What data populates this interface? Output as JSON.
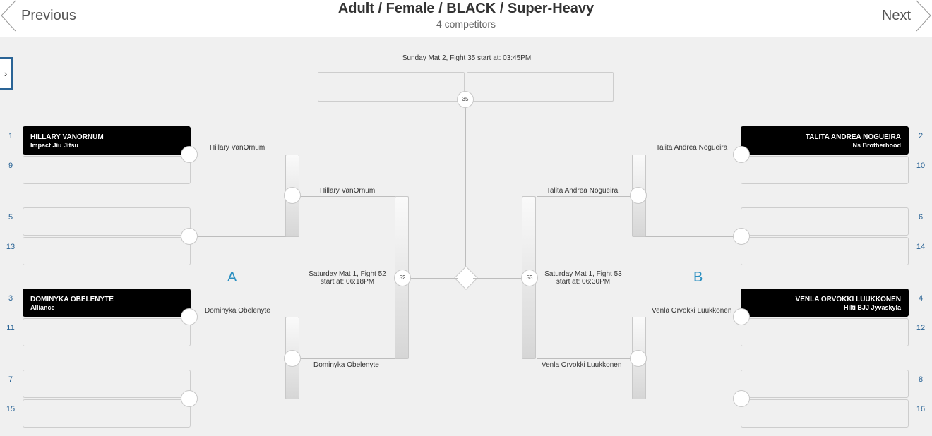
{
  "header": {
    "title": "Adult / Female / BLACK / Super-Heavy",
    "subtitle": "4 competitors",
    "prev_label": "Previous",
    "next_label": "Next"
  },
  "sidebar_toggle": "›",
  "bracket": {
    "final": {
      "info": "Sunday Mat 2, Fight 35 start at: 03:45PM",
      "number": "35"
    },
    "groups": {
      "a": "A",
      "b": "B"
    },
    "semis": {
      "left": {
        "number": "52",
        "info_line1": "Saturday Mat 1, Fight 52",
        "info_line2": "start at: 06:18PM"
      },
      "right": {
        "number": "53",
        "info_line1": "Saturday Mat 1, Fight 53",
        "info_line2": "start at: 06:30PM"
      }
    },
    "seeds": [
      "1",
      "9",
      "5",
      "13",
      "3",
      "11",
      "7",
      "15",
      "2",
      "10",
      "6",
      "14",
      "4",
      "12",
      "8",
      "16"
    ],
    "competitors": {
      "c1": {
        "name": "HILLARY VANORNUM",
        "team": "Impact Jiu Jitsu"
      },
      "c2": {
        "name": "TALITA ANDREA NOGUEIRA",
        "team": "Ns Brotherhood"
      },
      "c3": {
        "name": "DOMINYKA OBELENYTE",
        "team": "Alliance"
      },
      "c4": {
        "name": "VENLA ORVOKKI LUUKKONEN",
        "team": "Hilti BJJ Jyvaskyla"
      }
    },
    "advances": {
      "r1_1": "Hillary VanOrnum",
      "r1_2": "Dominyka Obelenyte",
      "r1_3": "Talita Andrea Nogueira",
      "r1_4": "Venla Orvokki Luukkonen",
      "r2_1": "Hillary VanOrnum",
      "r2_2": "Dominyka Obelenyte",
      "r2_3": "Talita Andrea Nogueira",
      "r2_4": "Venla Orvokki Luukkonen"
    }
  },
  "colors": {
    "accent": "#2a8fc1",
    "seed": "#2a6496",
    "filled_slot": "#000000"
  }
}
